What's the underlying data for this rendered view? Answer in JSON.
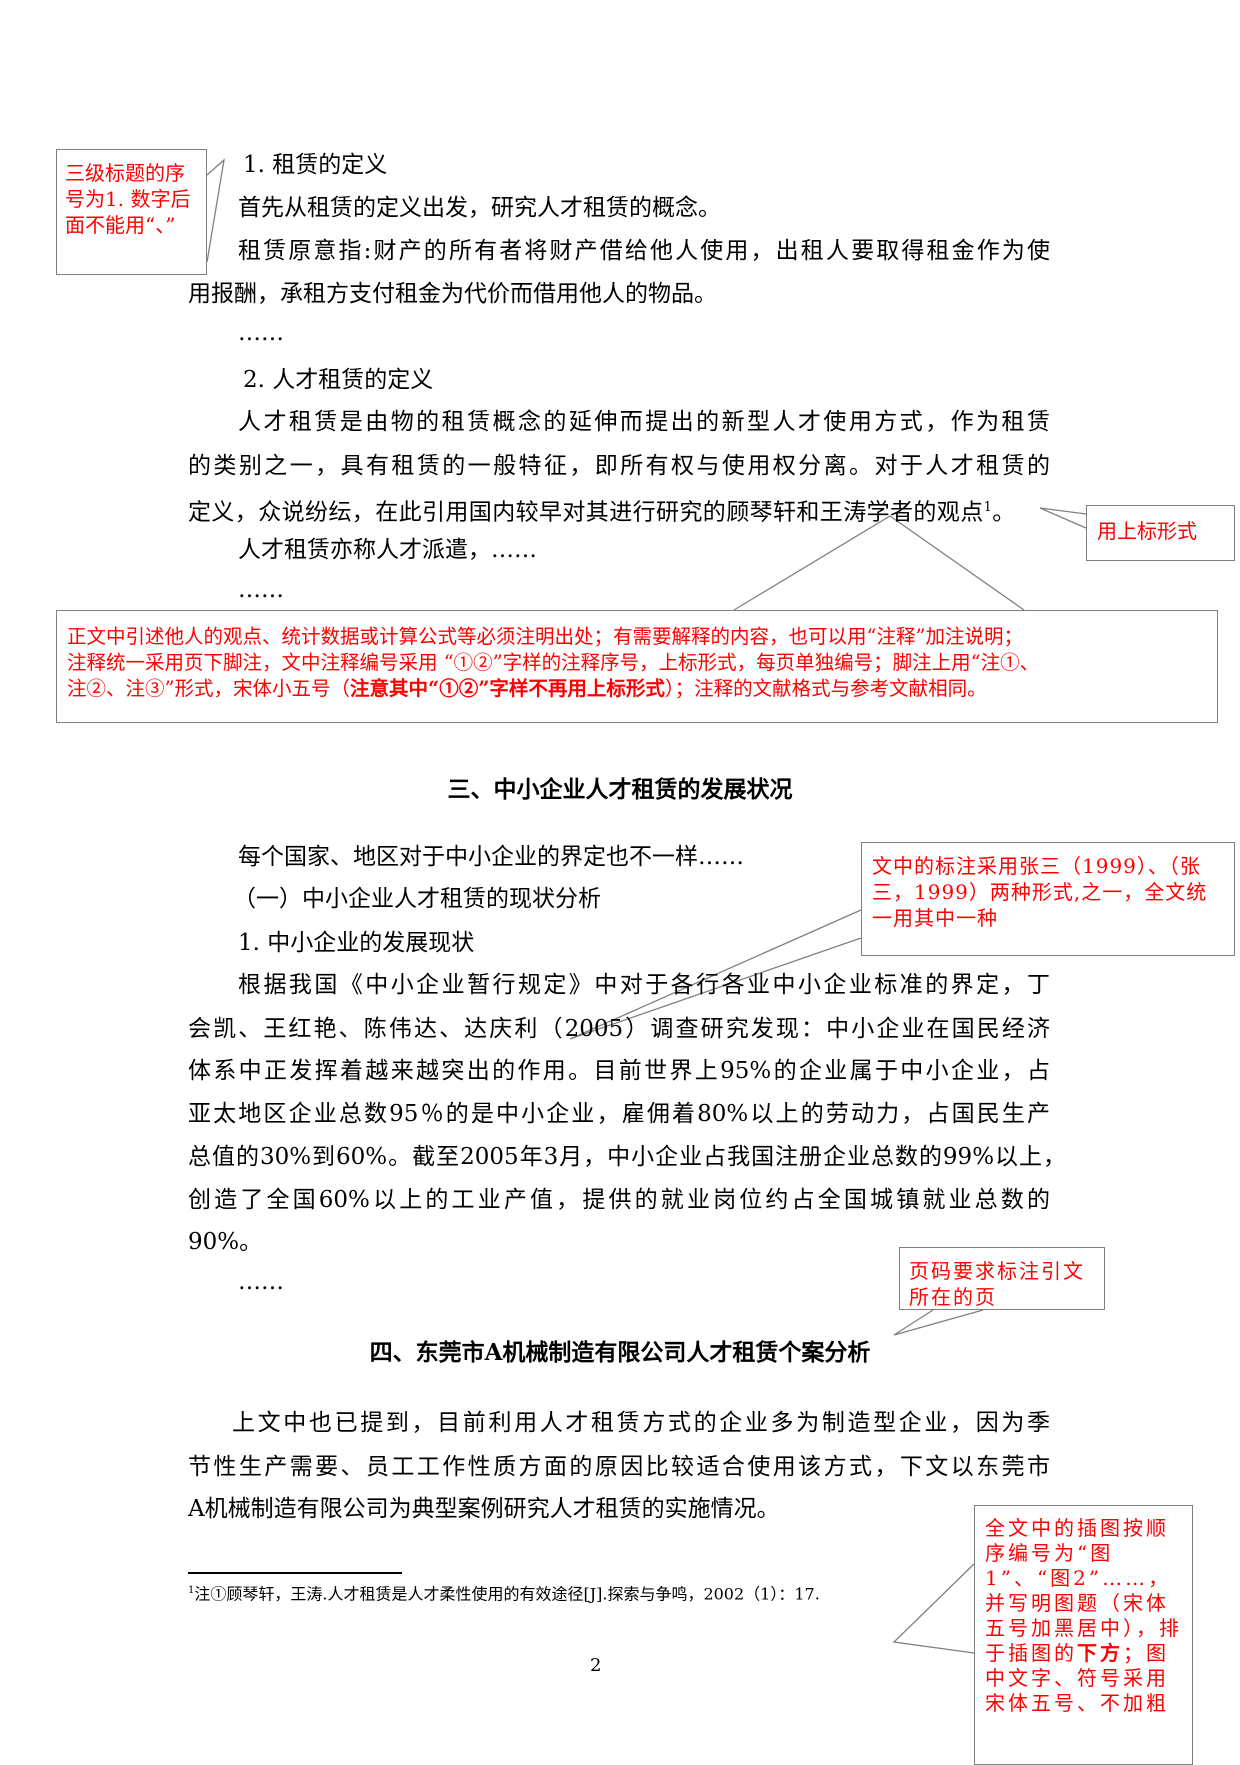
{
  "body": {
    "s1": {
      "h1": "1. 租赁的定义",
      "p1": "首先从租赁的定义出发，研究人才租赁的概念。",
      "p2a": "租赁原意指:财产的所有者将财产借给他人使用，出租人要取得租金作为使",
      "p2b": "用报酬，承租方支付租金为代价而借用他人的物品。",
      "e1": "……",
      "h2": "2. 人才租赁的定义",
      "p3a": "人才租赁是由物的租赁概念的延伸而提出的新型人才使用方式，作为租赁",
      "p3b": "的类别之一，具有租赁的一般特征，即所有权与使用权分离。对于人才租赁的",
      "p3c": "定义，众说纷纭，在此引用国内较早对其进行研究的顾琴轩和王涛学者的观点",
      "p3c_sup": "1",
      "p3c_end": "。",
      "p4": "人才租赁亦称人才派遣，……",
      "e2": "……"
    },
    "section3": {
      "title": "三、中小企业人才租赁的发展状况",
      "p1": "每个国家、地区对于中小企业的界定也不一样……",
      "sub1": "（一）中小企业人才租赁的现状分析",
      "sub2": "1. 中小企业的发展现状",
      "lines": [
        "根据我国《中小企业暂行规定》中对于各行各业中小企业标准的界定，丁",
        "会凯、王红艳、陈伟达、达庆利（2005）调查研究发现：中小企业在国民经济",
        "体系中正发挥着越来越突出的作用。目前世界上95%的企业属于中小企业，占",
        "亚太地区企业总数95％的是中小企业，雇佣着80%以上的劳动力，占国民生产",
        "总值的30%到60%。截至2005年3月，中小企业占我国注册企业总数的99%以上，",
        "创造了全国60%以上的工业产值，提供的就业岗位约占全国城镇就业总数的",
        "90%。"
      ],
      "e": "……"
    },
    "section4": {
      "title": "四、东莞市A机械制造有限公司人才租赁个案分析",
      "lines": [
        "上文中也已提到，目前利用人才租赁方式的企业多为制造型企业，因为季",
        "节性生产需要、员工工作性质方面的原因比较适合使用该方式，下文以东莞市",
        "A机械制造有限公司为典型案例研究人才租赁的实施情况。"
      ]
    }
  },
  "footnote": {
    "mark": "1",
    "text": "注①顾琴轩，王涛.人才租赁是人才柔性使用的有效途径[J].探索与争鸣，2002（1）：17."
  },
  "page_number": "2",
  "comments": {
    "c1": "三级标题的序号为1. 数字后面不能用“、”",
    "c2": "用上标形式",
    "c3": {
      "l1": "正文中引述他人的观点、统计数据或计算公式等必须注明出处；有需要解释的内容，也可以用“注释”加注说明；",
      "l2": "注释统一采用页下脚注，文中注释编号采用 “①②”字样的注释序号，上标形式，每页单独编号；脚注上用“注①、",
      "l3a": "注②、注③”形式，宋体小五号（",
      "l3b": "注意其中“①②”字样不再用上标形式",
      "l3c": "）；注释的文献格式与参考文献相同。"
    },
    "c4": "文中的标注采用张三（1999）、（张三，1999）两种形式,之一，全文统一用其中一种",
    "c5": "页码要求标注引文所在的页",
    "c6": {
      "a": "全文中的插图按顺序编号为“图1”、“图2”……，并写明图题（宋体五号加黑居中），排于插图的",
      "b": "下方",
      "c": "；图中文字、符号采用宋体五号、不加粗"
    }
  },
  "colors": {
    "comment_text": "#ff0000",
    "comment_border": "#808080"
  }
}
